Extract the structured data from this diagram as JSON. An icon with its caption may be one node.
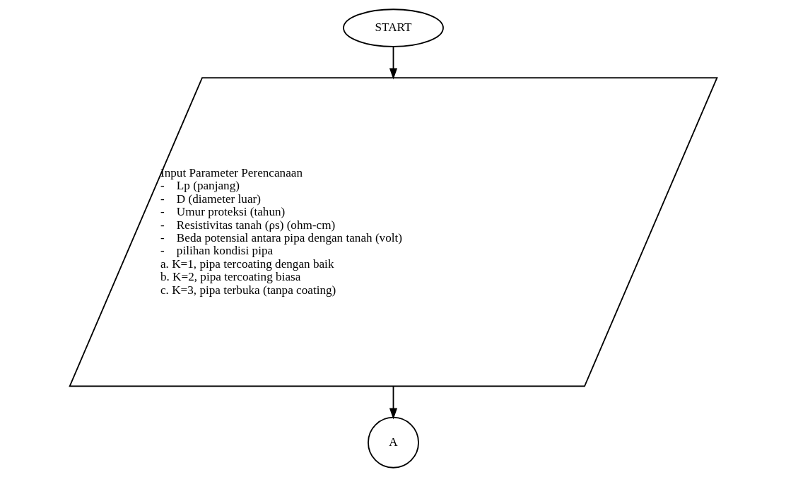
{
  "diagram": {
    "nodes": [
      {
        "text": [
          "START"
        ]
      },
      {
        "text": [
          "Input Parameter Perencanaan",
          "-    Lp (panjang)",
          "-    D (diameter luar)",
          "-    Umur proteksi (tahun)",
          "-    Resistivitas tanah (ρs) (ohm-cm)",
          "-    Beda potensial antara pipa dengan tanah (volt)",
          "-    pilihan kondisi pipa",
          "a. K=1, pipa tercoating dengan baik",
          "b. K=2, pipa tercoating biasa",
          "c. K=3, pipa terbuka (tanpa coating)"
        ]
      },
      {
        "text": [
          "A"
        ]
      }
    ],
    "edges": [
      {
        "from": 0,
        "to": 1,
        "arrow": "to"
      },
      {
        "from": 1,
        "to": 2,
        "arrow": "to"
      }
    ]
  }
}
